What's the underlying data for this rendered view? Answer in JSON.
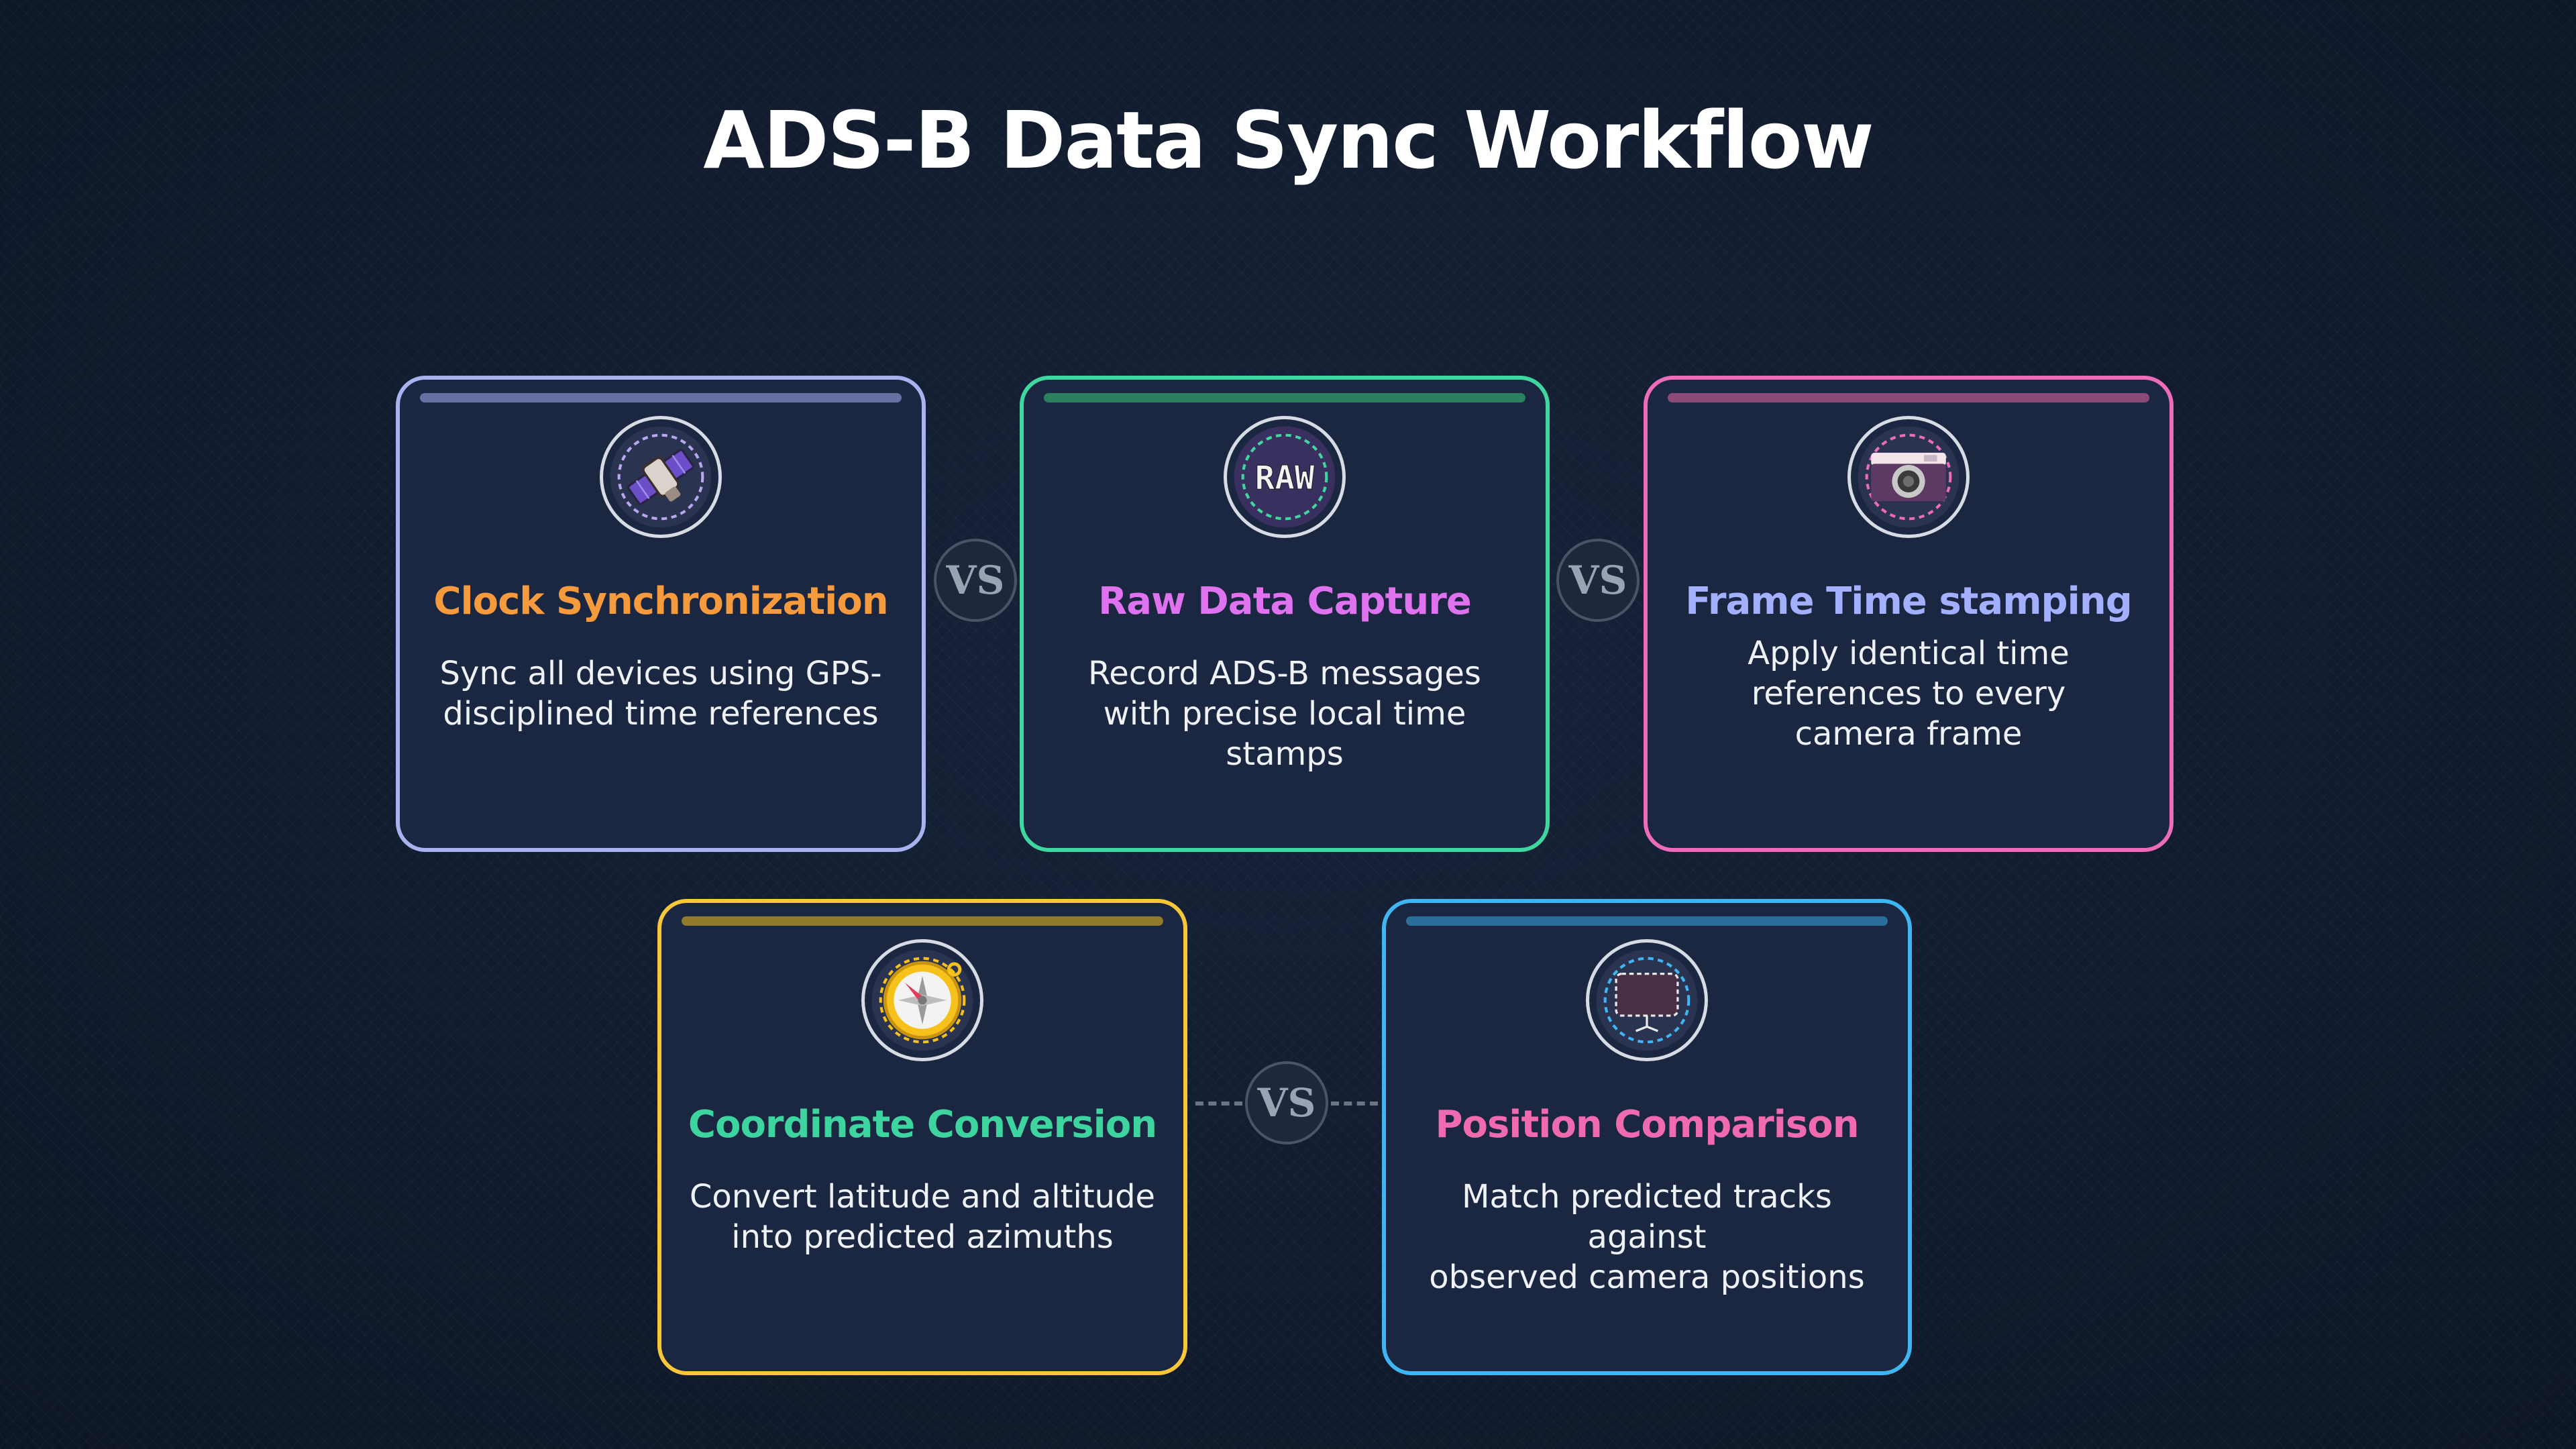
{
  "title": "ADS-B Data Sync Workflow",
  "vs_label": "VS",
  "cards": [
    {
      "icon": "satellite-icon",
      "heading": "Clock Synchronization",
      "heading_color": "#f59a3d",
      "border_color": "#a8b2ee",
      "bar_color": "#6870a3",
      "desc_lines": [
        "Sync all devices using GPS-",
        "disciplined time references"
      ]
    },
    {
      "icon": "raw-file-icon",
      "heading": "Raw Data Capture",
      "heading_color": "#df72ee",
      "border_color": "#3fd6a0",
      "bar_color": "#2b8060",
      "desc_lines": [
        "Record ADS-B messages",
        "with precise local time stamps"
      ]
    },
    {
      "icon": "camera-icon",
      "heading": "Frame Time stamping",
      "heading_color": "#a3b0ff",
      "border_color": "#ec6cb7",
      "bar_color": "#8d4a78",
      "desc_lines": [
        "Apply identical time",
        "references to every",
        "camera frame"
      ]
    },
    {
      "icon": "compass-icon",
      "heading": "Coordinate Conversion",
      "heading_color": "#3ed4a0",
      "border_color": "#f7c739",
      "bar_color": "#8f7a2e",
      "desc_lines": [
        "Convert latitude and altitude",
        "into predicted azimuths"
      ]
    },
    {
      "icon": "monitor-icon",
      "heading": "Position Comparison",
      "heading_color": "#f06aaf",
      "border_color": "#3fb6f3",
      "bar_color": "#2a6f9a",
      "desc_lines": [
        "Match predicted tracks against",
        "observed camera positions"
      ]
    }
  ]
}
